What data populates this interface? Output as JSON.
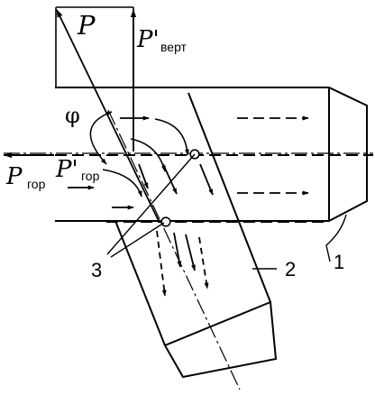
{
  "labels": {
    "p": "P",
    "p_vert": "P'",
    "p_vert_sub": "верт",
    "p_hor": "P",
    "p_hor_sub": "гор",
    "p_hor_prime": "P'",
    "p_hor_prime_sub": "гор",
    "phi": "φ",
    "num_1": "1",
    "num_2": "2",
    "num_3": "3"
  }
}
